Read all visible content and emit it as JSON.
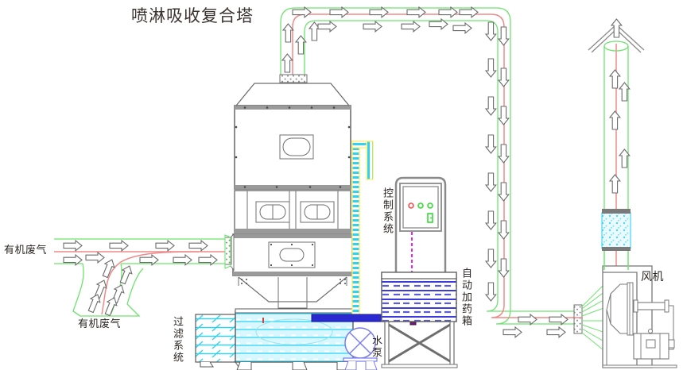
{
  "title": "喷淋吸收复合塔",
  "labels": {
    "inlet_top": "有机废气",
    "inlet_bottom": "有机废气",
    "filter_system": "过滤系统",
    "water_pump": "水泵",
    "control_system": "控制系统",
    "dosing_box": "自动加药箱",
    "fan": "风机"
  },
  "colors": {
    "duct_outline": "#6ee36e",
    "flow_centerline": "#f08a8a",
    "arrow_stroke": "#6b6b6b",
    "arrow_fill": "#ffffff",
    "equipment_stroke": "#6f6f6f",
    "water_cyan": "#2fd2f2",
    "dosing_blue": "#3b3bdd",
    "pipe_yellow": "#ffee55",
    "pump_blue": "#7b7bf0",
    "led_red": "#ff4d4d",
    "led_green": "#33dd33",
    "signal_magenta": "#ee22ee",
    "text": "#2b2622",
    "title_text": "#3a322e"
  },
  "components": [
    {
      "name": "inlet-duct-horizontal",
      "label": "有机废气"
    },
    {
      "name": "inlet-duct-branch",
      "label": "有机废气"
    },
    {
      "name": "filter-system-tank",
      "label": "过滤系统"
    },
    {
      "name": "spray-absorption-tower",
      "label": "喷淋吸收复合塔"
    },
    {
      "name": "water-pump",
      "label": "水泵"
    },
    {
      "name": "control-cabinet",
      "label": "控制系统"
    },
    {
      "name": "auto-dosing-box",
      "label": "自动加药箱"
    },
    {
      "name": "exhaust-fan",
      "label": "风机"
    },
    {
      "name": "exhaust-stack",
      "label": ""
    }
  ],
  "control_panel": {
    "indicator_lights": [
      "red",
      "green",
      "green"
    ],
    "switch": "green"
  }
}
